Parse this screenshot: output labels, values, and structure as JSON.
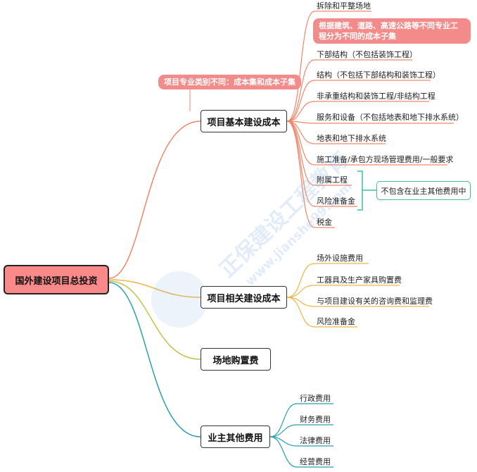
{
  "root": "国外建设项目总投资",
  "branches": {
    "basic": {
      "title": "项目基本建设成本",
      "tag": "项目专业类别不同：成本集和成本子集",
      "subtag": "根据建筑、道路、高速公路等不同专业工程分为不同的成本子集",
      "items": [
        "拆除和平整场地",
        "下部结构（不包括装饰工程）",
        "结构（不包括下部结构和装饰工程）",
        "非承重结构和装饰工程/非结构工程",
        "服务和设备（不包括地表和地下排水系统）",
        "地表和地下排水系统",
        "施工准备/承包方现场管理费用/一般要求",
        "附属工程",
        "风险准备金",
        "税金"
      ],
      "note": "不包含在业主其他费用中"
    },
    "related": {
      "title": "项目相关建设成本",
      "items": [
        "场外设施费用",
        "工器具及生产家具购置费",
        "与项目建设有关的咨询费和监理费",
        "风险准备金"
      ]
    },
    "land": {
      "title": "场地购置费"
    },
    "owner": {
      "title": "业主其他费用",
      "items": [
        "行政费用",
        "财务费用",
        "法律费用",
        "经营费用"
      ]
    }
  },
  "watermark": {
    "brand": "正保建设工程教育",
    "url": "www.jianshe99.com"
  },
  "colors": {
    "basic": "#f0866a",
    "related": "#f0b44a",
    "land": "#c2c24a",
    "owner": "#2a9fb0",
    "root_fill": "#fa8a8a",
    "tag_fill": "#f48b8b",
    "note_border": "#3fbf9f"
  }
}
